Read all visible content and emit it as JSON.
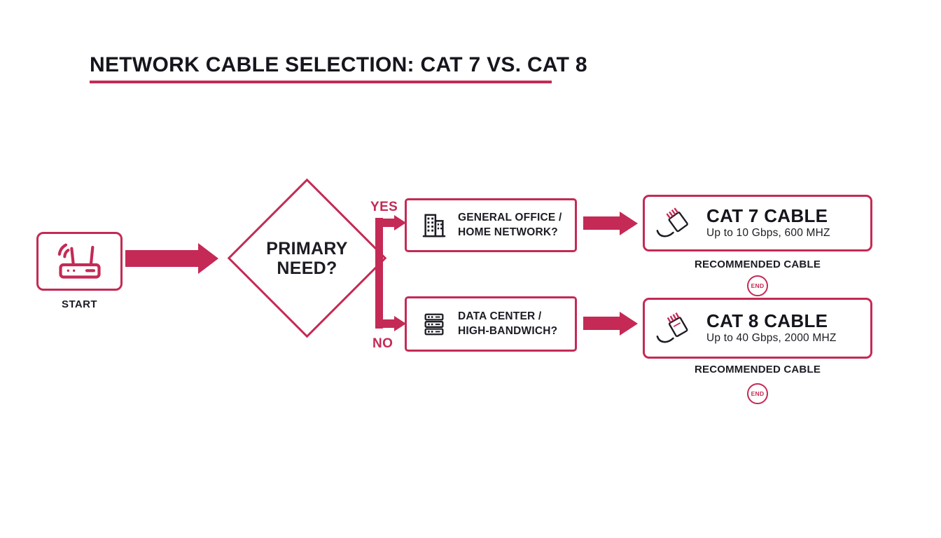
{
  "colors": {
    "accent": "#c42a55",
    "ink": "#1d1c24"
  },
  "title": "NETWORK CABLE SELECTION: CAT 7 VS. CAT 8",
  "flow": {
    "start_label": "START",
    "decision": {
      "line1": "PRIMARY",
      "line2": "NEED?"
    },
    "yes_label": "YES",
    "no_label": "NO",
    "branches": [
      {
        "icon": "office-building-icon",
        "question_line1": "GENERAL OFFICE /",
        "question_line2": "HOME NETWORK?",
        "result_icon": "cat7-cable-icon",
        "result_title": "CAT 7 CABLE",
        "result_spec": "Up to 10 Gbps, 600 MHZ",
        "recommended_label": "RECOMMENDED CABLE",
        "end_label": "END"
      },
      {
        "icon": "server-rack-icon",
        "question_line1": "DATA CENTER /",
        "question_line2": "HIGH-BANDWICH?",
        "result_icon": "cat8-cable-icon",
        "result_title": "CAT 8 CABLE",
        "result_spec": "Up to 40 Gbps, 2000 MHZ",
        "recommended_label": "RECOMMENDED CABLE",
        "end_label": "END"
      }
    ]
  }
}
